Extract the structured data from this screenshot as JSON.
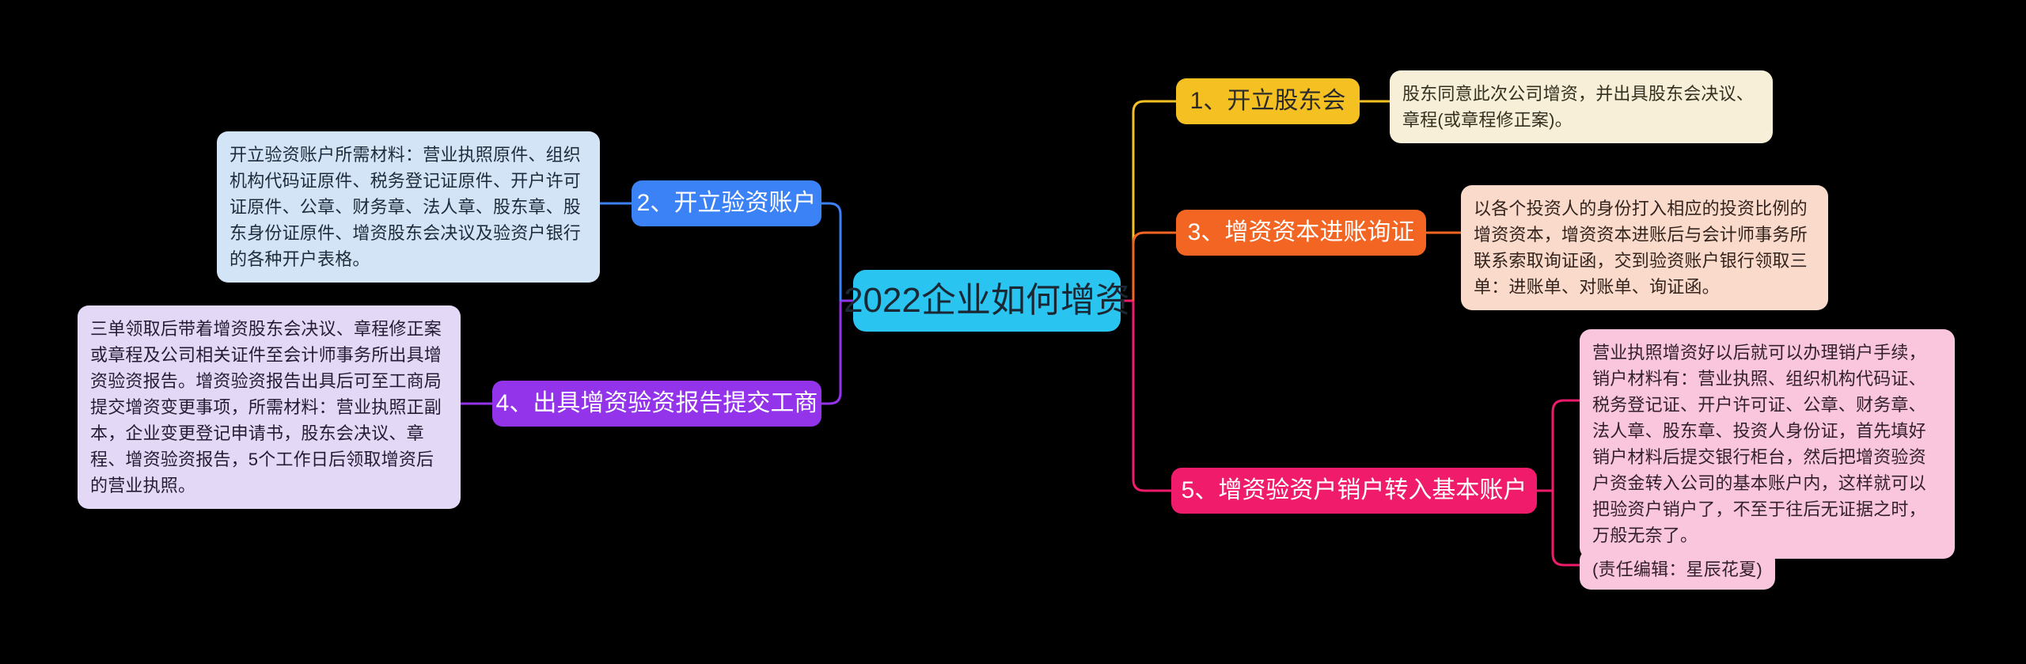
{
  "diagram": {
    "type": "mindmap",
    "background": "#000000",
    "root": {
      "label": "2022企业如何增资",
      "color": "#29C5F0"
    },
    "branches": [
      {
        "id": "b1",
        "label": "1、开立股东会",
        "color": "#F5C022",
        "side": "right",
        "children": [
          {
            "text": "股东同意此次公司增资，并出具股东会决议、章程(或章程修正案)。",
            "color": "#F7EFD7"
          }
        ]
      },
      {
        "id": "b3",
        "label": "3、增资资本进账询证",
        "color": "#F26522",
        "side": "right",
        "children": [
          {
            "text": "以各个投资人的身份打入相应的投资比例的增资资本，增资资本进账后与会计师事务所联系索取询证函，交到验资账户银行领取三单：进账单、对账单、询证函。",
            "color": "#F9DACB"
          }
        ]
      },
      {
        "id": "b5",
        "label": "5、增资验资户销户转入基本账户",
        "color": "#F01B6A",
        "side": "right",
        "children": [
          {
            "text": "营业执照增资好以后就可以办理销户手续，销户材料有：营业执照、组织机构代码证、税务登记证、开户许可证、公章、财务章、法人章、股东章、投资人身份证，首先填好销户材料后提交银行柜台，然后把增资验资户资金转入公司的基本账户内，这样就可以把验资户销户了，不至于往后无证据之时，万般无奈了。",
            "color": "#F9C6DD"
          },
          {
            "text": "(责任编辑：星辰花夏)",
            "color": "#F9C6DD"
          }
        ]
      },
      {
        "id": "b2",
        "label": "2、开立验资账户",
        "color": "#3B82F6",
        "side": "left",
        "children": [
          {
            "text": "开立验资账户所需材料：营业执照原件、组织机构代码证原件、税务登记证原件、开户许可证原件、公章、财务章、法人章、股东章、股东身份证原件、增资股东会决议及验资户银行的各种开户表格。",
            "color": "#D4E4F7"
          }
        ]
      },
      {
        "id": "b4",
        "label": "4、出具增资验资报告提交工商",
        "color": "#9333EA",
        "side": "left",
        "children": [
          {
            "text": "三单领取后带着增资股东会决议、章程修正案或章程及公司相关证件至会计师事务所出具增资验资报告。增资验资报告出具后可至工商局提交增资变更事项，所需材料：营业执照正副本，企业变更登记申请书，股东会决议、章程、增资验资报告，5个工作日后领取增资后的营业执照。",
            "color": "#E3D9F7"
          }
        ]
      }
    ]
  }
}
